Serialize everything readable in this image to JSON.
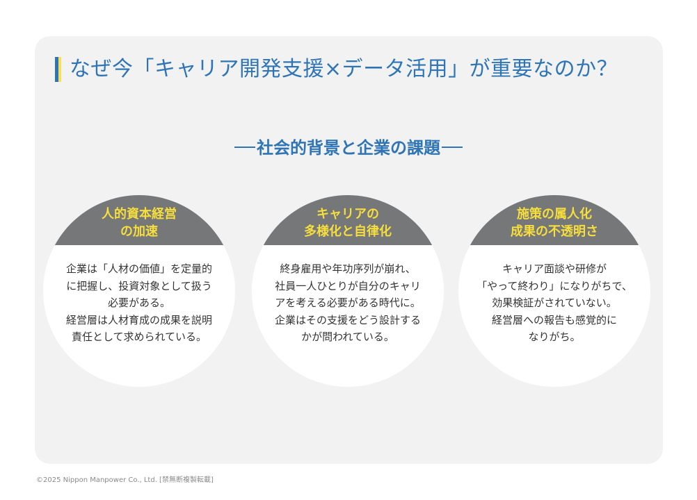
{
  "colors": {
    "title_blue": "#2f75b5",
    "accent_blue": "#2f75b5",
    "accent_yellow": "#f5e05a",
    "panel_bg": "#f2f2f2",
    "band_grey": "#767779",
    "heading_yellow": "#f6de3c",
    "body_text": "#333333"
  },
  "header": {
    "title": "なぜ今「キャリア開発支援×データ活用」が重要なのか？"
  },
  "section": {
    "subtitle": "社会的背景と企業の課題"
  },
  "circles": [
    {
      "heading_lines": [
        "人的資本経営",
        "の加速"
      ],
      "body_lines": [
        "企業は「人材の価値」を定量的",
        "に把握し、投資対象として扱う",
        "必要がある。",
        "経営層は人材育成の成果を説明",
        "責任として求められている。"
      ]
    },
    {
      "heading_lines": [
        "キャリアの",
        "多様化と自律化"
      ],
      "body_lines": [
        "終身雇用や年功序列が崩れ、",
        "社員一人ひとりが自分のキャリ",
        "アを考える必要がある時代に。",
        "企業はその支援をどう設計する",
        "かが問われている。"
      ]
    },
    {
      "heading_lines": [
        "施策の属人化",
        "成果の不透明さ"
      ],
      "body_lines": [
        "キャリア面談や研修が",
        "「やって終わり」になりがちで、",
        "効果検証がされていない。",
        "経営層への報告も感覚的に",
        "なりがち。"
      ]
    }
  ],
  "footer": {
    "copyright": "©2025 Nippon Manpower Co., Ltd. [禁無断複製転載]"
  }
}
